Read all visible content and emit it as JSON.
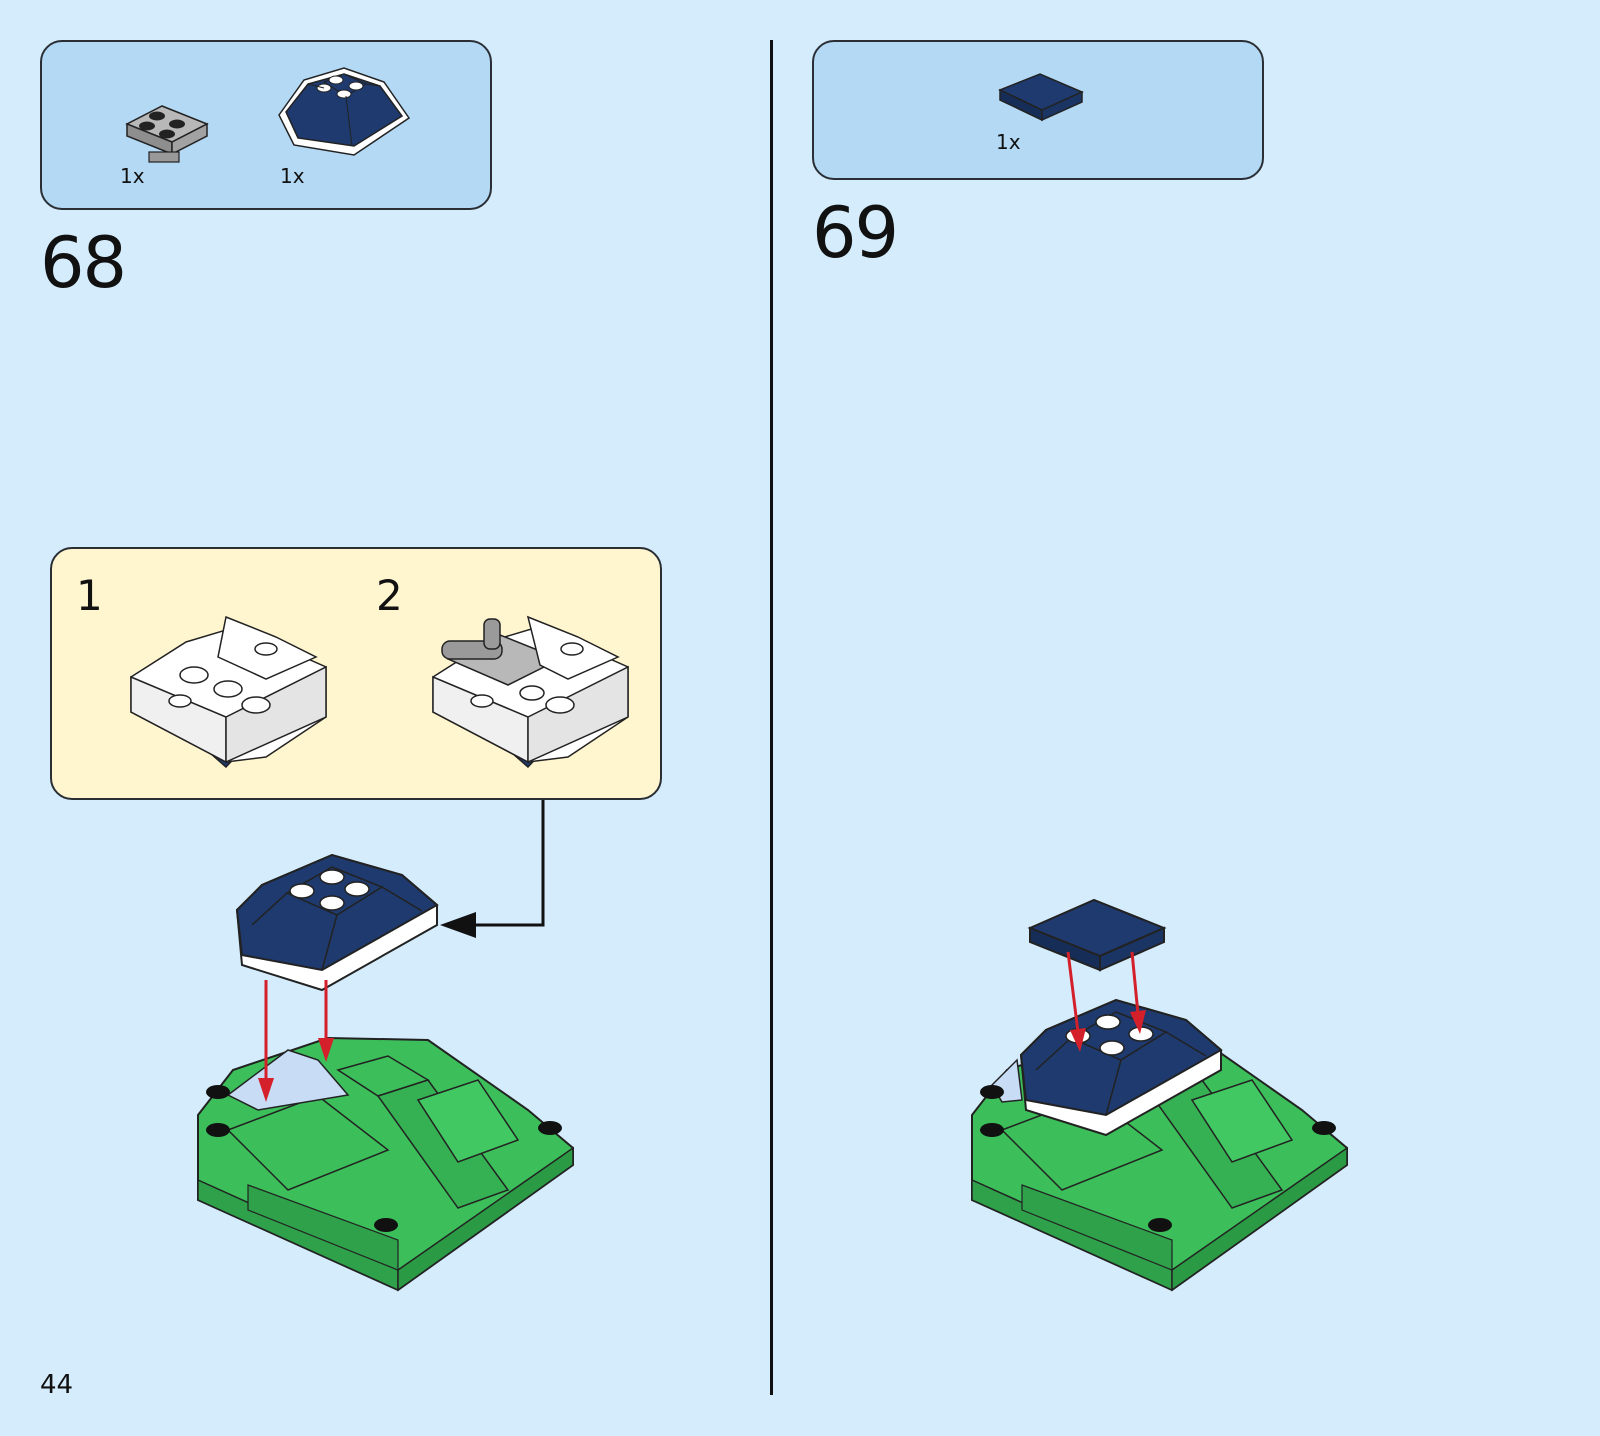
{
  "page_number": "44",
  "steps": [
    {
      "number": "68",
      "parts": [
        {
          "icon": "gray-plate-2x2-with-clips-icon",
          "qty": "1x"
        },
        {
          "icon": "dark-blue-slope-assembly-icon",
          "qty": "1x"
        }
      ],
      "substeps": [
        {
          "number": "1"
        },
        {
          "number": "2"
        }
      ]
    },
    {
      "number": "69",
      "parts": [
        {
          "icon": "dark-blue-tile-2x2-icon",
          "qty": "1x"
        }
      ]
    }
  ],
  "colors": {
    "background": "#d4ecfb",
    "parts_box": "#b4d9f4",
    "substep_box": "#fff5cf",
    "dark_blue": "#1e3a6e",
    "green": "#3cbf5a",
    "arrow_red": "#d4202a"
  }
}
